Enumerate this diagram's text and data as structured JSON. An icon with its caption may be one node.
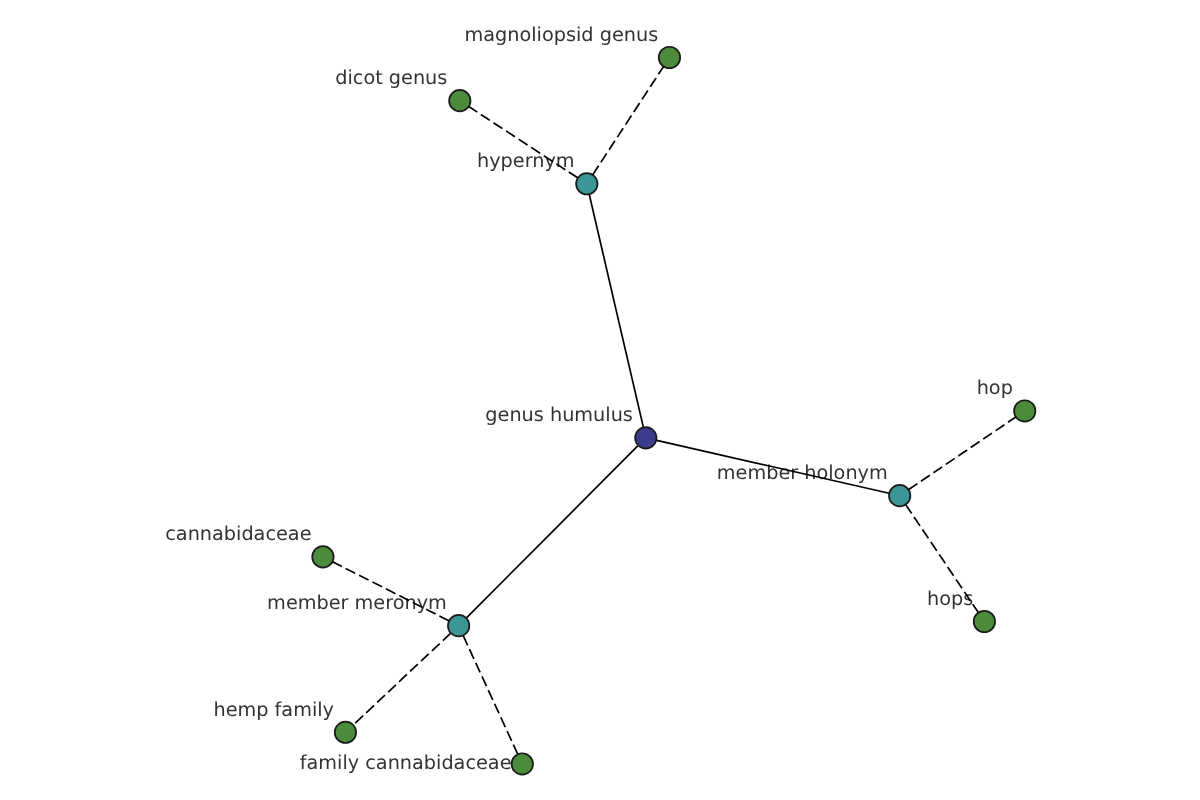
{
  "diagram": {
    "nodes": [
      {
        "text": [
          "hop"
        ]
      },
      {
        "text": [
          "hops"
        ]
      },
      {
        "text": [
          "member holonym"
        ]
      },
      {
        "text": [
          "dicot genus"
        ]
      },
      {
        "text": [
          "hypernym"
        ]
      },
      {
        "text": [
          "genus humulus"
        ]
      },
      {
        "text": [
          "magnoliopsid genus"
        ]
      },
      {
        "text": [
          "member meronym"
        ]
      },
      {
        "text": [
          "hemp family"
        ]
      },
      {
        "text": [
          "family cannabidaceae"
        ]
      },
      {
        "text": [
          "cannabidaceae"
        ]
      }
    ],
    "edges": [
      {
        "from": 5,
        "to": 2,
        "arrow": "none"
      },
      {
        "from": 5,
        "to": 4,
        "arrow": "none"
      },
      {
        "from": 5,
        "to": 7,
        "arrow": "none"
      },
      {
        "from": 2,
        "to": 0,
        "arrow": "none",
        "style": "dashed"
      },
      {
        "from": 2,
        "to": 1,
        "arrow": "none",
        "style": "dashed"
      },
      {
        "from": 4,
        "to": 3,
        "arrow": "none",
        "style": "dashed"
      },
      {
        "from": 4,
        "to": 6,
        "arrow": "none",
        "style": "dashed"
      },
      {
        "from": 7,
        "to": 8,
        "arrow": "none",
        "style": "dashed"
      },
      {
        "from": 7,
        "to": 9,
        "arrow": "none",
        "style": "dashed"
      },
      {
        "from": 7,
        "to": 10,
        "arrow": "none",
        "style": "dashed"
      }
    ]
  }
}
